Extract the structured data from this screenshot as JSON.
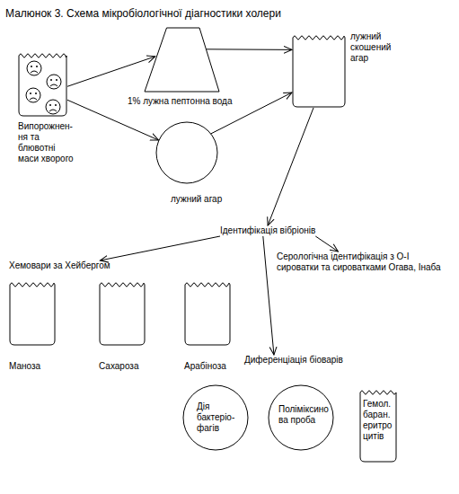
{
  "diagram": {
    "title": "Малюнок 3. Схема мікробіологічної діагностики холери",
    "nodes": [
      {
        "text": [
          "Випорожнен- ня та блювотні маси хворого"
        ]
      },
      {
        "text": [
          "1% лужна пептонна вода"
        ]
      },
      {
        "text": [
          "лужний агар"
        ]
      },
      {
        "text": [
          "лужний скошений агар"
        ]
      },
      {
        "text": [
          "Ідентифікація вібріонів"
        ]
      },
      {
        "text": [
          "Хемовари за Хейбергом"
        ]
      },
      {
        "text": [
          "Серологічна ідентифікація з О-І сироватки та сироватками Огава, Інаба"
        ]
      },
      {
        "text": [
          "Диференціація біоварів"
        ]
      },
      {
        "text": [
          "Маноза"
        ]
      },
      {
        "text": [
          "Сахароза"
        ]
      },
      {
        "text": [
          "Арабіноза"
        ]
      },
      {
        "text": [
          "Дія бактеріо- фагів"
        ]
      },
      {
        "text": [
          "Поліміксино ва проба"
        ]
      },
      {
        "text": [
          "Гемол. баран. еритро цитів"
        ]
      }
    ],
    "edges": [
      {
        "from": 0,
        "to": 1,
        "arrow": "to"
      },
      {
        "from": 0,
        "to": 2,
        "arrow": "to"
      },
      {
        "from": 1,
        "to": 3,
        "arrow": "to"
      },
      {
        "from": 2,
        "to": 3,
        "arrow": "to"
      },
      {
        "from": 3,
        "to": 4,
        "arrow": "to"
      },
      {
        "from": 4,
        "to": 5,
        "arrow": "to"
      },
      {
        "from": 4,
        "to": 6,
        "arrow": "to"
      },
      {
        "from": 4,
        "to": 7,
        "arrow": "to"
      }
    ]
  }
}
